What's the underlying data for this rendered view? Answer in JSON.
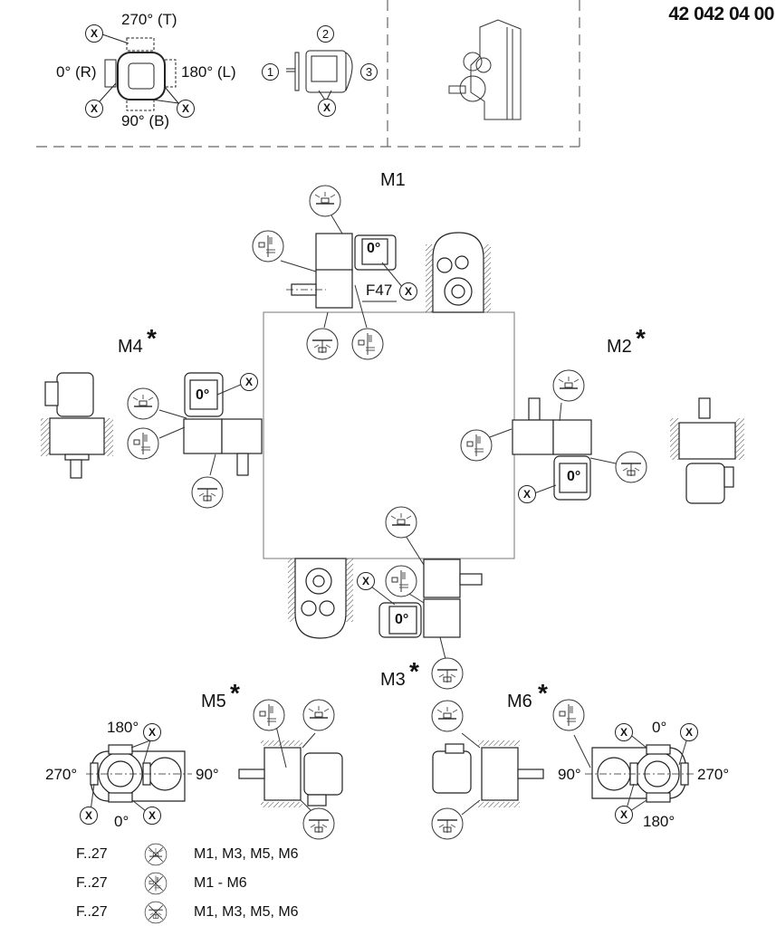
{
  "document_number": "42 042 04 00",
  "terminal_box_positions": {
    "labels": [
      "270° (T)",
      "0° (R)",
      "180° (L)",
      "90° (B)"
    ],
    "marker": "X"
  },
  "cable_entry": {
    "positions": [
      "1",
      "2",
      "3"
    ],
    "marker": "X"
  },
  "mounting_positions": {
    "M1": {
      "label": "M1",
      "starred": false,
      "terminal_box": "0°",
      "size_label": "F47",
      "marker": "X"
    },
    "M2": {
      "label": "M2",
      "star": "*",
      "terminal_box": "0°",
      "marker": "X"
    },
    "M3": {
      "label": "M3",
      "star": "*",
      "terminal_box": "0°",
      "marker": "X"
    },
    "M4": {
      "label": "M4",
      "star": "*",
      "terminal_box": "0°",
      "marker": "X"
    },
    "M5": {
      "label": "M5",
      "star": "*",
      "angles": [
        "180°",
        "270°",
        "90°",
        "0°"
      ],
      "marker": "X"
    },
    "M6": {
      "label": "M6",
      "star": "*",
      "angles": [
        "0°",
        "90°",
        "270°",
        "180°"
      ],
      "marker": "X"
    }
  },
  "legend": [
    {
      "type": "F..27",
      "icon": "breather-crossed-icon",
      "positions": "M1, M3, M5, M6"
    },
    {
      "type": "F..27",
      "icon": "oil-level-crossed-icon",
      "positions": "M1 - M6"
    },
    {
      "type": "F..27",
      "icon": "drain-crossed-icon",
      "positions": "M1, M3, M5, M6"
    }
  ]
}
